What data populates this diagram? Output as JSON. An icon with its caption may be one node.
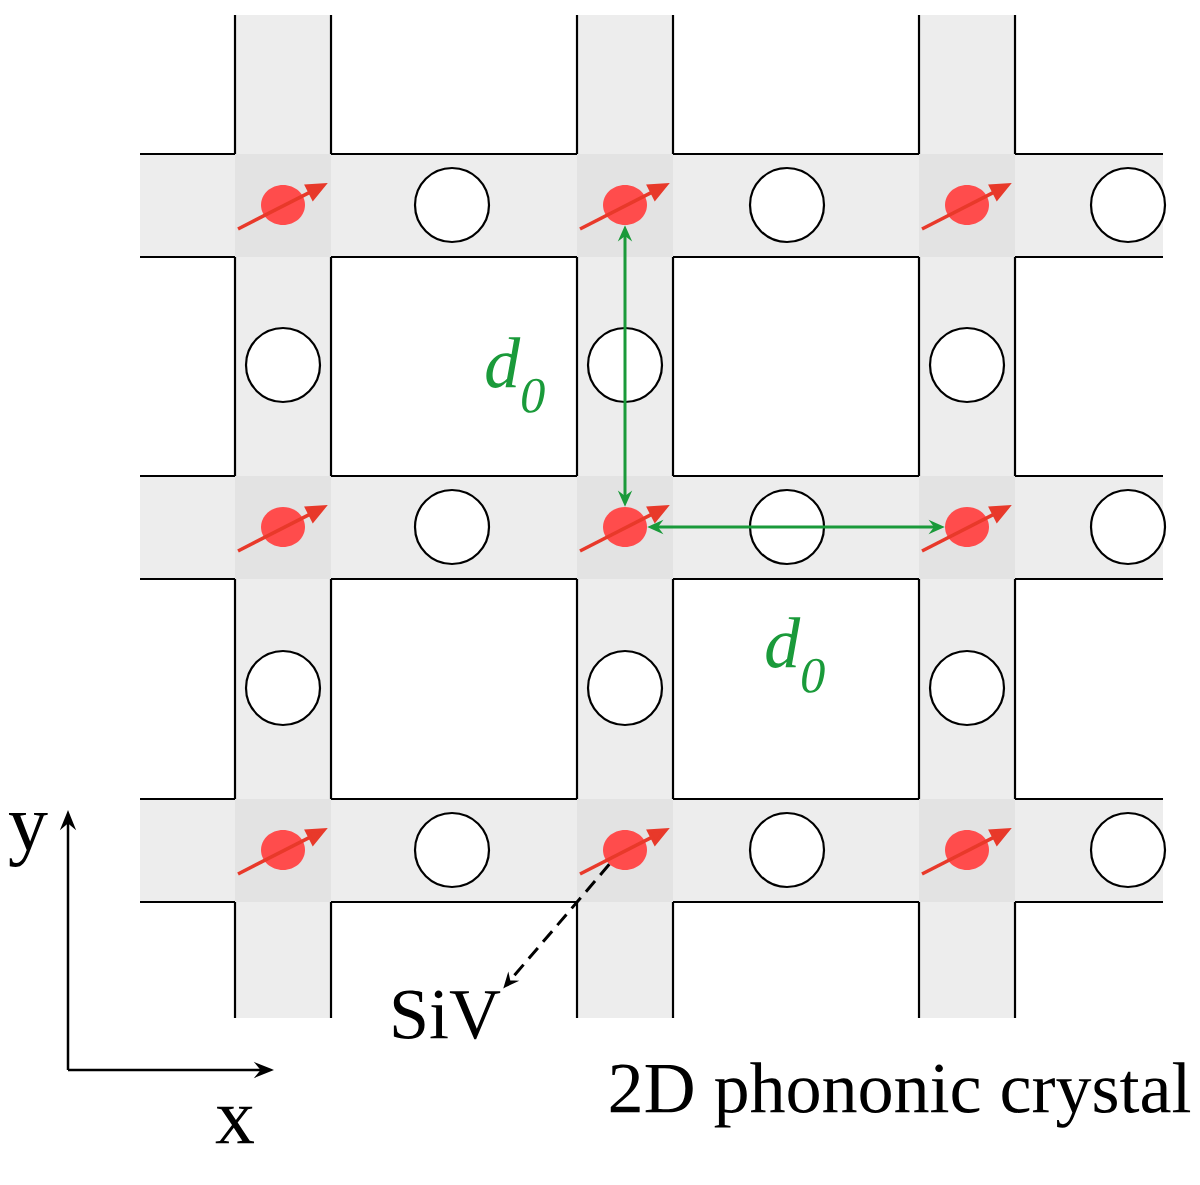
{
  "diagram": {
    "nodes": [
      {
        "text": [],
        "shape": "circle"
      },
      {
        "text": [],
        "shape": "circle"
      },
      {
        "text": [],
        "shape": "circle"
      },
      {
        "text": [],
        "shape": "circle"
      },
      {
        "text": [],
        "shape": "circle"
      },
      {
        "text": [],
        "shape": "circle"
      },
      {
        "text": [],
        "shape": "circle"
      },
      {
        "text": [],
        "shape": "circle"
      },
      {
        "text": [],
        "shape": "circle"
      },
      {
        "text": [
          "SiV"
        ]
      }
    ],
    "edges": [
      {
        "from": 1,
        "to": 4,
        "arrow": "both",
        "label": "d$_{0}$",
        "color": "#1a9a3a"
      },
      {
        "from": 4,
        "to": 5,
        "arrow": "both",
        "label": "d$_{0}$",
        "color": "#1a9a3a"
      },
      {
        "from": 7,
        "to": 9,
        "arrow": "to",
        "style": "dashed",
        "color": "#000000"
      }
    ],
    "labels": [
      "y",
      "x",
      "2D phononic crystal"
    ]
  }
}
